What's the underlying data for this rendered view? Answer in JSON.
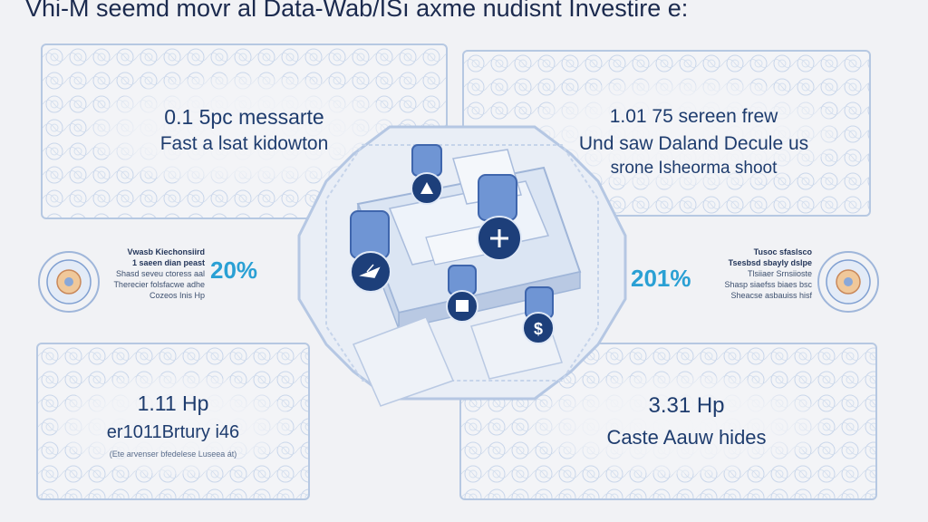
{
  "header": {
    "title": "Vhi-M seemd movr al Data-Wab/ISı axme nudisnt Investire e:"
  },
  "panels": {
    "top_left": {
      "line1": "0.1 5pc messarte",
      "line2": "Fast a lsat kidowton"
    },
    "top_right": {
      "line1": "1.01 75 sereen frew",
      "line2": "Und saw Daland Decule us",
      "line3": "srone Isheorma shoot"
    },
    "bottom_left": {
      "line1": "1.11 Hp",
      "line2": "er1011Brtury i46",
      "line3": "(Ete arvenser bfedelese Luseea át)"
    },
    "bottom_right": {
      "line1": "3.31 Hp",
      "line2": "Caste Aauw hides"
    }
  },
  "left_stat": {
    "lines": [
      "Vwasb Kiechonsiird",
      "1 saeen dian peast",
      "Shasd seveu ctoress aal",
      "Therecier folsfacwe adhe",
      "Cozeos Inis  Hp"
    ],
    "value": "20%"
  },
  "right_stat": {
    "lines": [
      "Tusoc sfaslsco",
      "Tsesbsd sbayly dslpe",
      "Tlsiiaer Srnsiioste",
      "Shasp siaefss biaes bsc",
      "Sheacse asbauiss hisf"
    ],
    "value": "201%"
  },
  "icons": [
    "lock-icon",
    "plus-icon",
    "airplane-icon",
    "book-icon",
    "dollar-icon"
  ],
  "colors": {
    "accent": "#2aa0d4",
    "panel_border": "#b6c8e2",
    "pin_dark": "#1d3f7a",
    "pin_light": "#6f95d4"
  }
}
